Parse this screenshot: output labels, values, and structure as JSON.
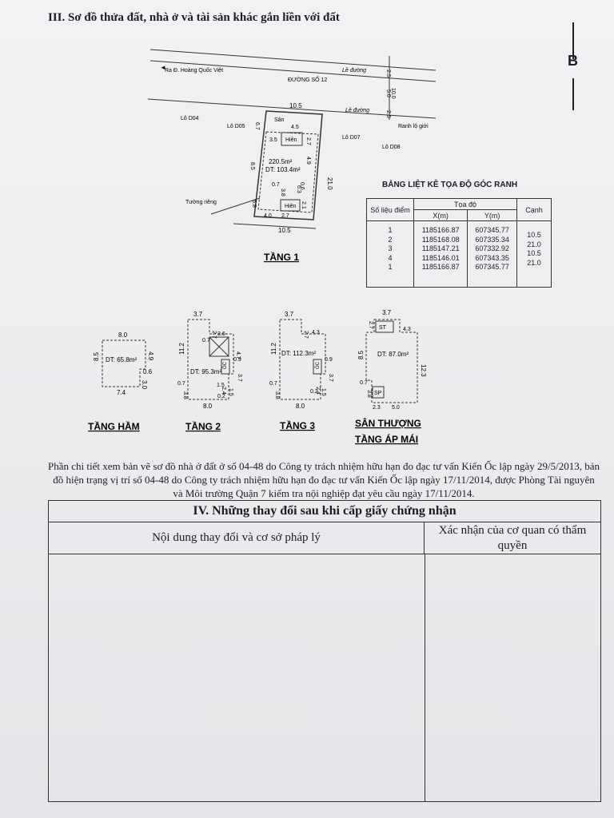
{
  "section3": {
    "title": "III. Sơ đồ thửa đất, nhà ở và tài sản khác gắn liền với đất",
    "marker": "B"
  },
  "site_plan": {
    "road_direction": "Ra Đ. Hoàng Quốc Việt",
    "road_name": "ĐƯỜNG SỐ 12",
    "curb_label_top": "Lề đường",
    "curb_label_bottom": "Lề đường",
    "boundary_label": "Ranh lộ giới",
    "lot_d04": "Lô D04",
    "lot_d05": "Lô D05",
    "lot_d07": "Lô D07",
    "lot_d08": "Lô D08",
    "party_wall": "Tường riêng",
    "yard": "Sân",
    "porch_top": "Hiên",
    "porch_bottom": "Hiên",
    "area_total": "220.5m²",
    "area_built": "DT: 103.4m²",
    "dims": {
      "top_width": "10.5",
      "bottom_width": "10.5",
      "right_depth": "21.0",
      "road_2_5a": "2.5",
      "road_10": "10.0",
      "road_5": "5.0",
      "road_2_5b": "2.5",
      "left_6_7": "6.7",
      "porch_4_5": "4.5",
      "porch_3_5": "3.5",
      "porch_2_7": "2.7",
      "left_8_5": "8.5",
      "inner_4_9": "4.9",
      "inner_0_7": "0.7",
      "inner_0_6": "0.6",
      "inner_3_8": "3.8",
      "inner_6_3": "6.3",
      "left_5_8": "5.8",
      "bottom_4_0": "4.0",
      "bottom_2_7": "2.7",
      "inner_2_1": "2.1"
    },
    "caption": "TẦNG 1"
  },
  "coord_table": {
    "title": "BẢNG LIỆT KÊ TỌA ĐỘ GÓC RANH",
    "col_point": "Số liệu điểm",
    "col_coords": "Tọa độ",
    "col_x": "X(m)",
    "col_y": "Y(m)",
    "col_edge": "Cạnh",
    "points": [
      "1",
      "2",
      "3",
      "4",
      "1"
    ],
    "x": [
      "1185166.87",
      "1185168.08",
      "1185147.21",
      "1185146.01",
      "1185166.87"
    ],
    "y": [
      "607345.77",
      "607335.34",
      "607332.92",
      "607343.35",
      "607345.77"
    ],
    "edges": [
      "10.5",
      "21.0",
      "10.5",
      "21.0"
    ]
  },
  "floors": {
    "basement": {
      "caption": "TẦNG HẦM",
      "area": "DT: 65.8m²",
      "top": "8.0",
      "left": "8.5",
      "right_a": "4.9",
      "right_b": "0.6",
      "right_c": "3.0",
      "bottom": "7.4"
    },
    "floor2": {
      "caption": "TẦNG 2",
      "area": "DT: 95.3m²",
      "top": "3.7",
      "left": "11.2",
      "a": "2.7",
      "b": "3.6",
      "c": "0.7",
      "d": "4.7",
      "e": "0.9",
      "f": "3.7",
      "g": "1.5",
      "h": "2.4",
      "i": "0.2",
      "j": "0.7",
      "k": "3.8",
      "l": "1.5",
      "bottom": "8.0",
      "void": "ÔC"
    },
    "floor3": {
      "caption": "TẦNG 3",
      "area": "DT: 112.3m²",
      "top": "3.7",
      "left": "11.2",
      "a": "2.7",
      "b": "4.3",
      "c": "0.9",
      "d": "3.7",
      "e": "2.4",
      "f": "0.2",
      "g": "0.7",
      "h": "3.8",
      "i": "1.5",
      "bottom": "8.0",
      "void": "ÔC"
    },
    "roof": {
      "caption_1": "SÂN THƯỢNG",
      "caption_2": "TẦNG ÁP MÁI",
      "area": "DT: 87.0m²",
      "top": "3.7",
      "a": "2.7",
      "b": "4.3",
      "left": "8.5",
      "right": "12.3",
      "c": "0.7",
      "d": "3.8",
      "bottom_a": "2.3",
      "bottom_b": "5.0",
      "st": "ST",
      "sp": "SP"
    }
  },
  "note": "Phần chi tiết xem bản vẽ sơ đồ nhà ở đất ở số 04-48 do Công ty trách nhiệm hữu hạn đo đạc tư vấn Kiến Ốc lập ngày 29/5/2013, bản đồ hiện trạng vị trí số 04-48 do Công ty trách nhiệm hữu hạn đo đạc tư vấn Kiến Ốc lập ngày 17/11/2014, được Phòng Tài nguyên và Môi trường Quận 7 kiểm tra nội nghiệp đạt yêu cầu ngày 17/11/2014.",
  "section4": {
    "title": "IV. Những thay đổi sau khi cấp giấy chứng nhận",
    "col_changes": "Nội dung thay đổi và cơ sở pháp lý",
    "col_confirm": "Xác nhận của cơ quan có thẩm quyền"
  }
}
